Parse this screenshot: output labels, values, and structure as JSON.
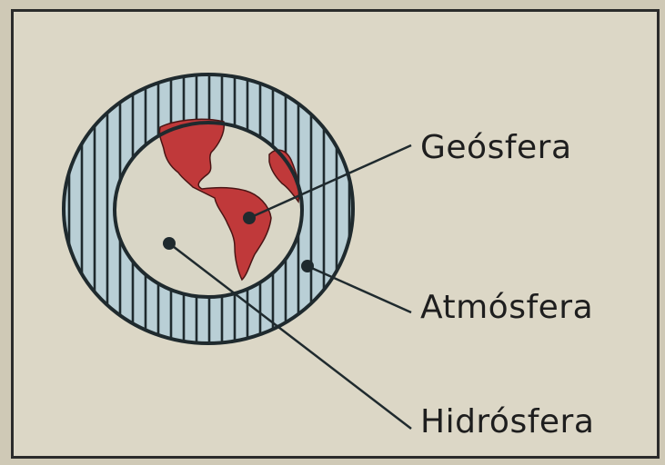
{
  "diagram": {
    "labels": {
      "geosphere": "Geósfera",
      "atmosphere": "Atmósfera",
      "hydrosphere": "Hidrósfera"
    },
    "colors": {
      "background": "#dcd7c6",
      "land": "#c0393a",
      "line": "#1f2a2e",
      "atmosphere_ring": "#b9cfd6"
    }
  }
}
